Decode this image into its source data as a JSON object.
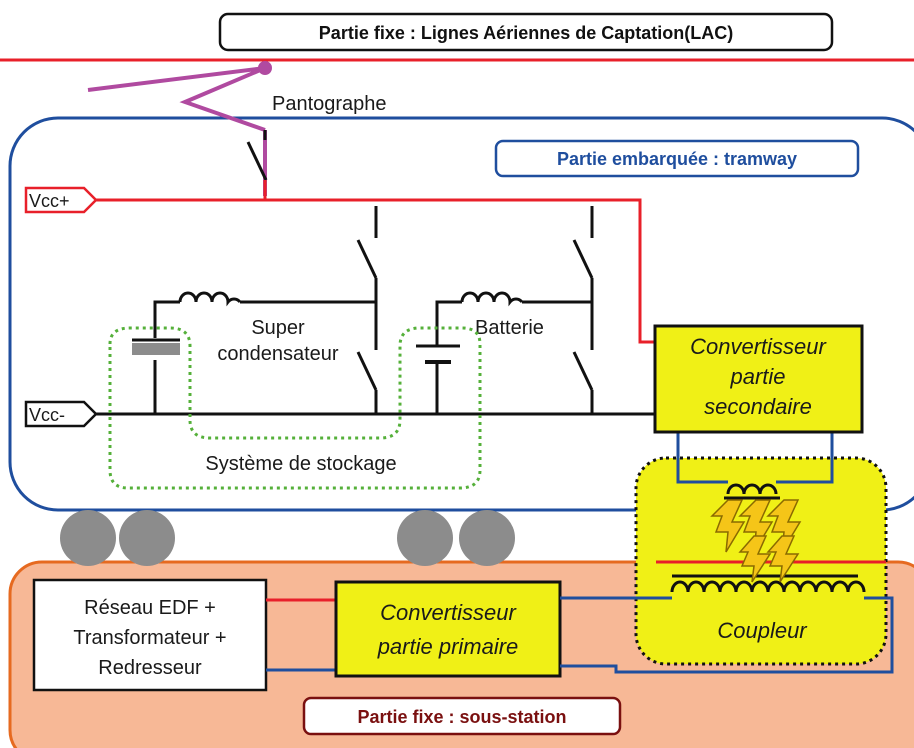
{
  "colors": {
    "lac_line": "#e8202a",
    "pantograph": "#b04aa0",
    "tram_border": "#1f4e9e",
    "substation_fill": "#f7b896",
    "substation_border": "#e66a20",
    "converter_fill": "#f0f016",
    "storage_outline": "#55b03a",
    "blue_wire": "#1f4e9e",
    "wheel": "#8c8c8c",
    "lightning": "#f5c518",
    "dark_red_label": "#7a1010"
  },
  "labels": {
    "lac": "Partie fixe : Lignes Aériennes de Captation(LAC)",
    "pantograph": "Pantographe",
    "onboard": "Partie embarquée : tramway",
    "vcc_plus": "Vcc+",
    "vcc_minus": "Vcc-",
    "supercap_line1": "Super",
    "supercap_line2": "condensateur",
    "battery": "Batterie",
    "storage": "Système de stockage",
    "conv_secondary": [
      "Convertisseur",
      "partie",
      "secondaire"
    ],
    "coupler": "Coupleur",
    "edf": [
      "Réseau EDF +",
      "Transformateur +",
      "Redresseur"
    ],
    "conv_primary": [
      "Convertisseur",
      "partie primaire"
    ],
    "substation": "Partie fixe : sous-station"
  },
  "icons": [
    "inductor-icon",
    "capacitor-icon",
    "battery-icon",
    "switch-icon",
    "lightning-icon",
    "wheel-icon",
    "transformer-icon"
  ]
}
